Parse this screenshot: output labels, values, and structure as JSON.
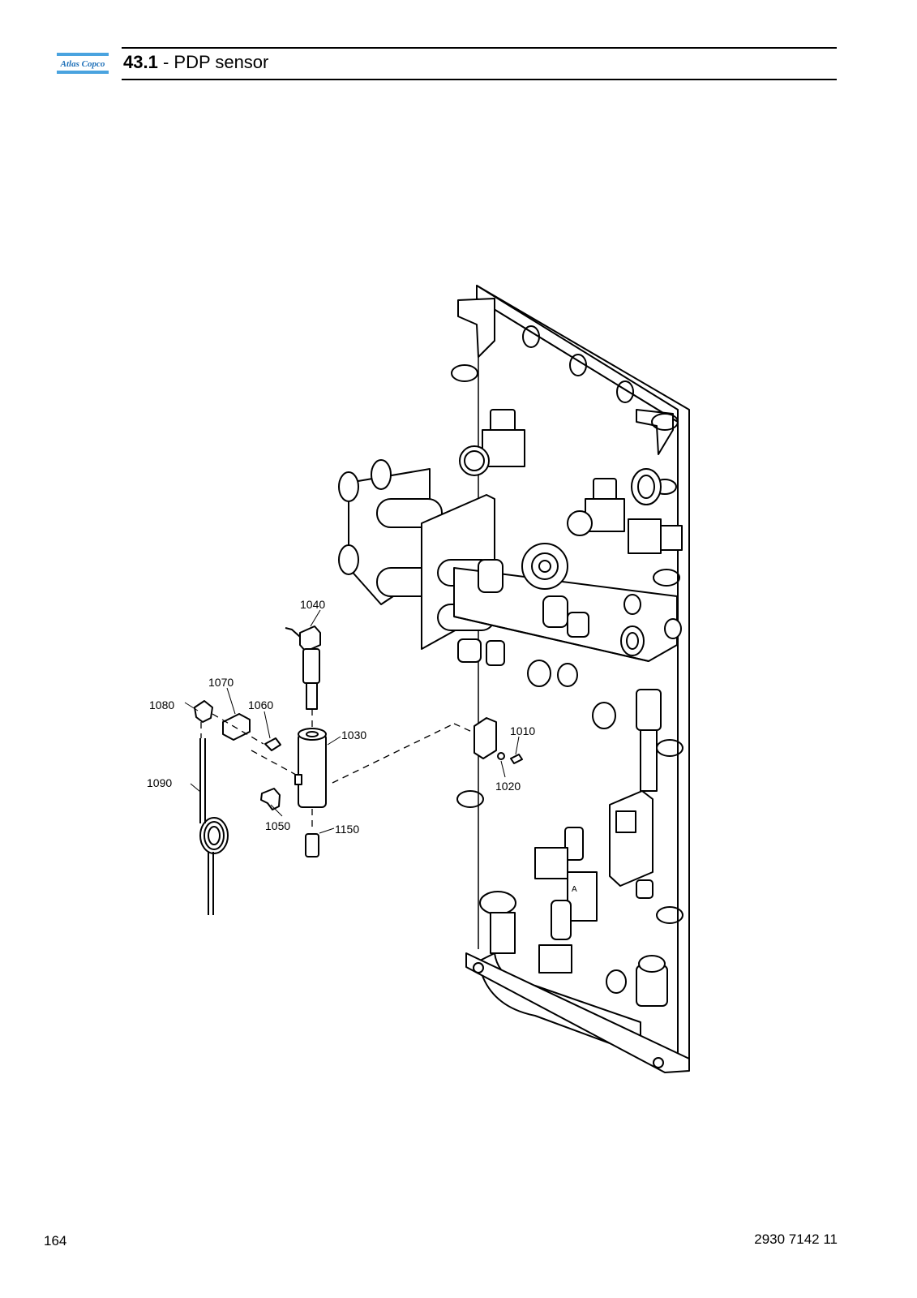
{
  "header": {
    "logo_text": "Atlas Copco",
    "section_number": "43.1",
    "section_separator": " - ",
    "section_title": "PDP sensor",
    "brand_colors": {
      "logo_blue": "#1d6fb8",
      "logo_stripe": "#4aa3df"
    }
  },
  "drawing": {
    "callouts": {
      "c1010": "1010",
      "c1020": "1020",
      "c1030": "1030",
      "c1040": "1040",
      "c1050": "1050",
      "c1060": "1060",
      "c1070": "1070",
      "c1080": "1080",
      "c1090": "1090",
      "c1150": "1150",
      "module_letter": "A"
    }
  },
  "footer": {
    "page_number": "164",
    "document_number": "2930 7142 11"
  }
}
